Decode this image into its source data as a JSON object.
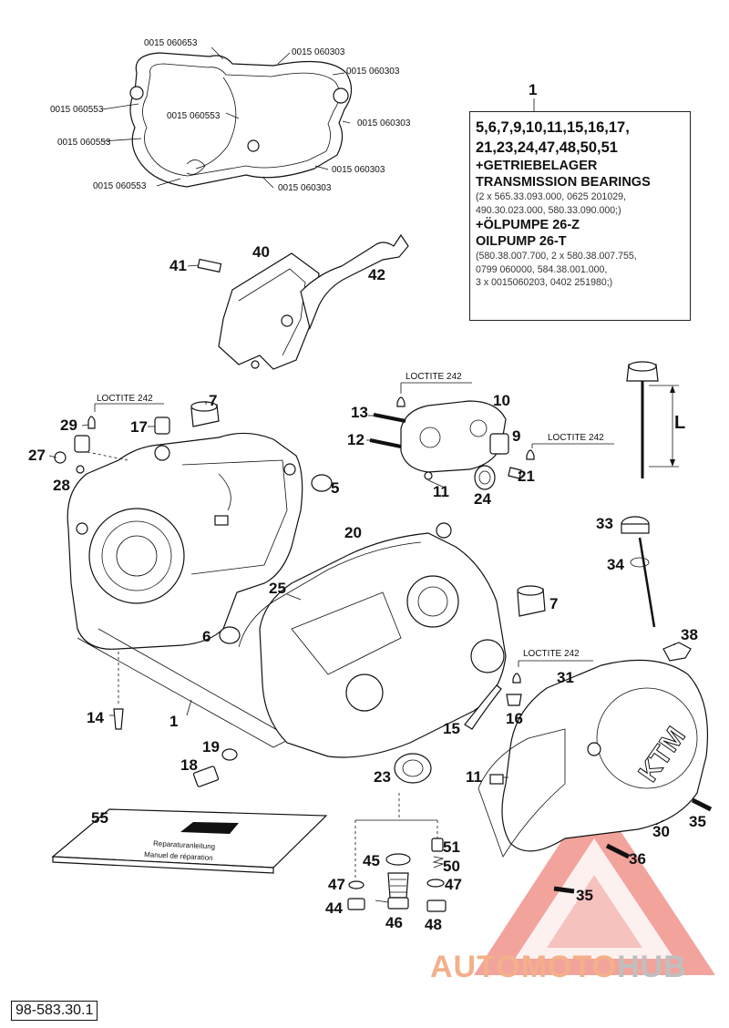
{
  "gasket_part_numbers": {
    "p1": "0015 060653",
    "p2": "0015 060303",
    "p3": "0015 060303",
    "p4": "0015 060553",
    "p5": "0015 060553",
    "p6": "0015 060303",
    "p7": "0015 060553",
    "p8": "0015 060303",
    "p9": "0015 060553",
    "p10": "0015 060303"
  },
  "kit": {
    "number": "1",
    "line1": "5,6,7,9,10,11,15,16,17,",
    "line2": "21,23,24,47,48,50,51",
    "heading_de": "+GETRIEBELAGER",
    "heading_en": "TRANSMISSION BEARINGS",
    "bearings_1": "(2 x 565.33.093.000, 0625 201029,",
    "bearings_2": "490.30.023.000, 580.33.090.000;)",
    "pump_de": "+ÖLPUMPE 26-Z",
    "pump_en": "OILPUMP 26-T",
    "pump_1": "(580.38.007.700, 2 x 580.38.007.755,",
    "pump_2": "0799 060000, 584.38.001.000,",
    "pump_3": "3 x 0015060203, 0402 251980;)"
  },
  "loctite": {
    "l1": "LOCTITE 242",
    "l2": "LOCTITE 242",
    "l3": "LOCTITE 242",
    "l4": "LOCTITE 242"
  },
  "dipstick_label": "L",
  "callouts": {
    "c40": "40",
    "c41": "41",
    "c42": "42",
    "c7a": "7",
    "c7b": "7",
    "c29": "29",
    "c17": "17",
    "c27": "27",
    "c28": "28",
    "c13": "13",
    "c10": "10",
    "c12": "12",
    "c9": "9",
    "c21": "21",
    "c11a": "11",
    "c24": "24",
    "c5": "5",
    "c20": "20",
    "c25": "25",
    "c6": "6",
    "c33": "33",
    "c34": "34",
    "c38": "38",
    "c14": "14",
    "c1b": "1",
    "c31": "31",
    "c16": "16",
    "c15": "15",
    "c19": "19",
    "c18": "18",
    "c23": "23",
    "c11b": "11",
    "c55": "55",
    "c30": "30",
    "c35a": "35",
    "c36": "36",
    "c35b": "35",
    "c51": "51",
    "c45": "45",
    "c50": "50",
    "c47a": "47",
    "c47b": "47",
    "c44": "44",
    "c46": "46",
    "c48": "48"
  },
  "manual_labels": {
    "line1": "Reparaturanleitung",
    "line2": "Manuel de réparation"
  },
  "document_number": "98-583.30.1",
  "watermark": {
    "part1": "AUTOMOTO",
    "part2": "HUB"
  },
  "colors": {
    "ink": "#111111",
    "watermark_red": "#e8584d",
    "watermark_orange": "#f3b08a",
    "watermark_gray": "#bfbfbf"
  }
}
